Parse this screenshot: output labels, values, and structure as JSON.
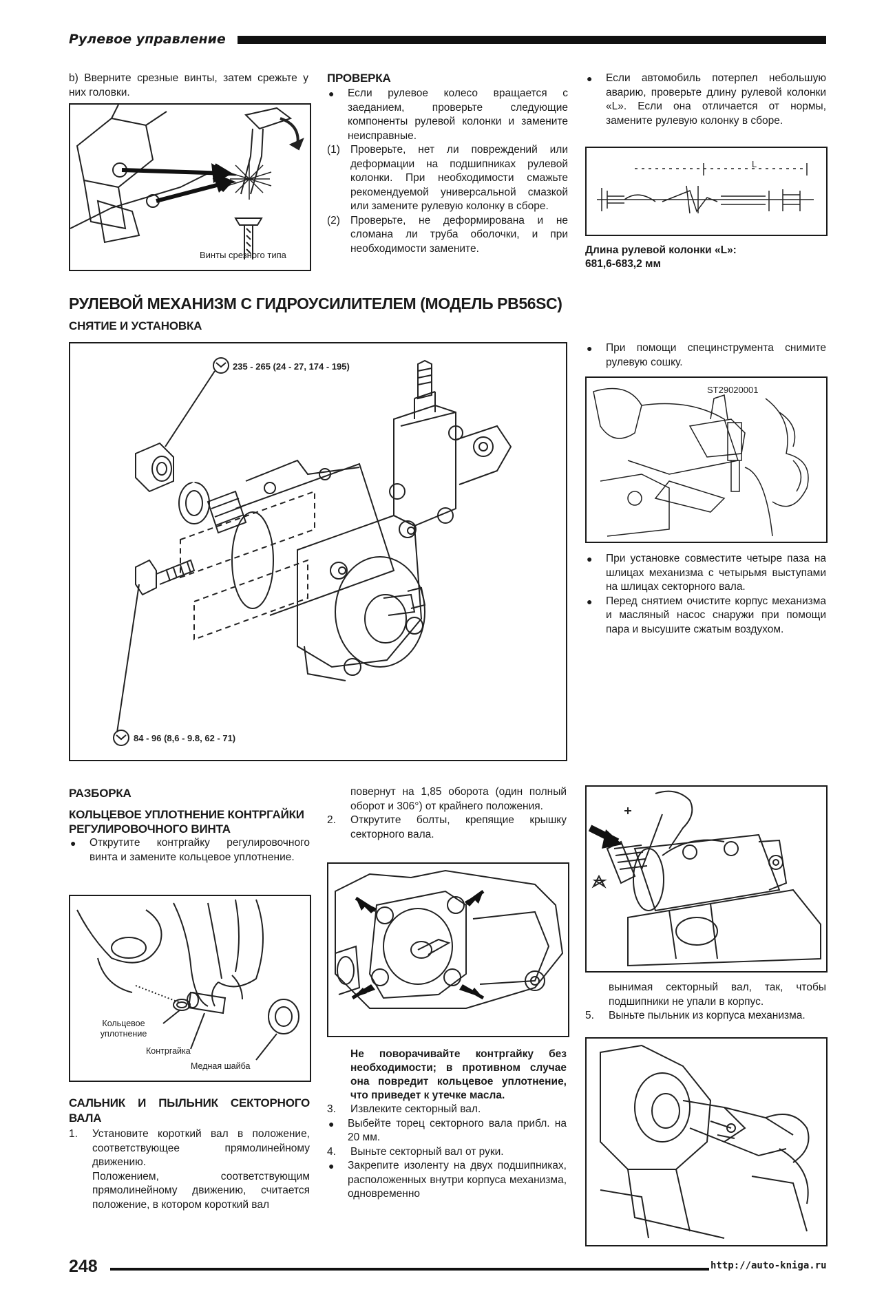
{
  "header": {
    "title": "Рулевое управление"
  },
  "col1_top": {
    "item_b": "b)  Вверните срезные винты, затем срежьте у них головки.",
    "fig_label": "Винты срезного типа"
  },
  "check": {
    "title": "ПРОВЕРКА",
    "intro": "Если рулевое колесо вращается с заеданием, проверьте следующие компоненты рулевой колонки и замените неисправные.",
    "step1_n": "(1)",
    "step1": "Проверьте, нет ли повреждений или деформации на подшипниках рулевой колонки. При необходимости смажьте рекомендуемой универсальной смазкой или замените рулевую колонку в сборе.",
    "step2_n": "(2)",
    "step2": "Проверьте, не деформирована и не сломана ли труба оболочки, и при необходимости замените."
  },
  "col3_top": {
    "bullet": "Если автомобиль потерпел небольшую аварию, проверьте длину рулевой колонки «L». Если она отличается от нормы, замените рулевую колонку в сборе.",
    "fig_label": "L",
    "length_label": "Длина рулевой колонки «L»:",
    "length_value": "681,6-683,2 мм"
  },
  "section": {
    "title": "РУЛЕВОЙ МЕХАНИЗМ С ГИДРОУСИЛИТЕЛЕМ (МОДЕЛЬ PB56SC)",
    "subtitle": "СНЯТИЕ И УСТАНОВКА",
    "torque1": "235 - 265 (24 - 27, 174 - 195)",
    "torque2": "84 - 96 (8,6 - 9.8, 62 - 71)"
  },
  "col3_mid": {
    "bullet1": "При помощи специнструмента снимите рулевую сошку.",
    "tool_label": "ST29020001",
    "bullet2": "При установке совместите четыре паза на шлицах механизма с четырьмя выступами на шлицах секторного вала.",
    "bullet3": "Перед снятием очистите корпус механизма и масляный насос снаружи при помощи пара и высушите сжатым воздухом."
  },
  "disassembly": {
    "title": "РАЗБОРКА",
    "sub1": "КОЛЬЦЕВОЕ УПЛОТНЕНИЕ КОНТРГАЙКИ РЕГУЛИРОВОЧНОГО ВИНТА",
    "bullet1": "Открутите контргайку регулировочного винта и замените кольцевое уплотнение.",
    "lbl_ring": "Кольцевое уплотнение",
    "lbl_nut": "Контргайка",
    "lbl_washer": "Медная шайба",
    "sub2": "САЛЬНИК И ПЫЛЬНИК СЕКТОРНОГО ВАЛА",
    "step1_n": "1.",
    "step1": "Установите короткий вал в положение, соответствующее прямолинейному движению.",
    "step1_cont": "Положением, соответствующим прямолинейному движению, считается положение, в котором короткий вал"
  },
  "col2_bottom": {
    "cont": "повернут на 1,85 оборота (один полный оборот и 306°) от крайнего положения.",
    "step2_n": "2.",
    "step2": "Открутите болты, крепящие крышку секторного вала.",
    "warning": "Не поворачивайте контргайку без необходимости; в противном случае она повредит кольцевое уплотнение, что приведет к утечке масла.",
    "step3_n": "3.",
    "step3": "Извлеките секторный вал.",
    "bullet_a": "Выбейте торец секторного вала прибл. на 20 мм.",
    "step4_n": "4.",
    "step4": "Выньте секторный вал от руки.",
    "bullet_b": "Закрепите изоленту на двух подшипниках, расположенных внутри корпуса механизма, одновременно"
  },
  "col3_bottom": {
    "cont": "вынимая секторный вал, так, чтобы подшипники не упали в корпус.",
    "step5_n": "5.",
    "step5": "Выньте пыльник из корпуса механизма."
  },
  "footer": {
    "page": "248",
    "url": "http://auto-kniga.ru"
  }
}
